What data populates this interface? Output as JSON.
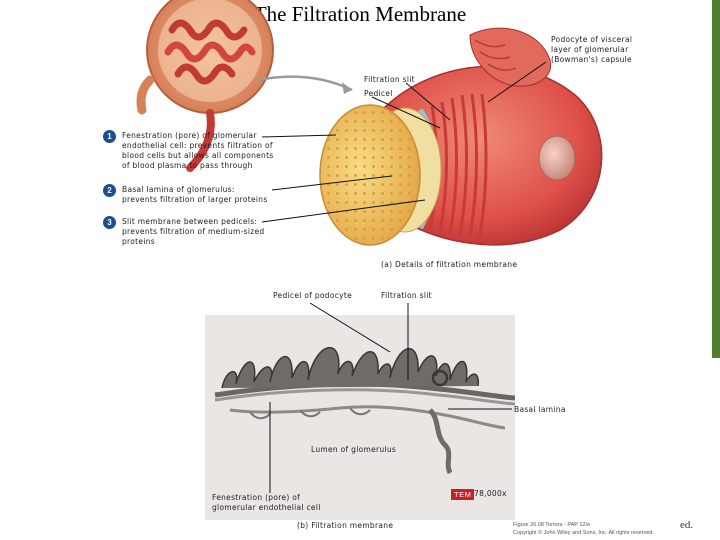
{
  "title": "The Filtration Membrane",
  "labels": {
    "podocyte": "Podocyte of visceral\nlayer of glomerular\n(Bowman's) capsule",
    "filtration_slit_top": "Filtration slit",
    "pedicel_top": "Pedicel",
    "caption_a": "(a) Details of filtration membrane",
    "pedicel_of_podocyte": "Pedicel of podocyte",
    "filtration_slit_bottom": "Filtration slit",
    "basal_lamina": "Basal lamina",
    "lumen": "Lumen of glomerulus",
    "fenestration": "Fenestration (pore) of\nglomerular endothelial cell",
    "caption_b": "(b) Filtration membrane",
    "magnification": "78,000x",
    "tem_badge": "TEM"
  },
  "steps": [
    {
      "number": "1",
      "text": "Fenestration (pore) of glomerular\nendothelial cell: prevents filtration of\nblood cells but allows all components\nof blood plasma to pass through"
    },
    {
      "number": "2",
      "text": "Basal lamina of glomerulus:\nprevents filtration of larger proteins"
    },
    {
      "number": "3",
      "text": "Slit membrane between pedicels:\nprevents filtration of medium-sized\nproteins"
    }
  ],
  "credit": "Figure 26.08  Tortora - PAP 12/e\nCopyright © John Wiley and Sons, Inc. All rights reserved.",
  "trailing_text": "ed.",
  "colors": {
    "step_badge": "#1c4f8f",
    "tem_badge": "#c8202a",
    "side_bar": "#4e7f2f",
    "podocyte": "#e2574f",
    "endothelium": "#f0c15a"
  }
}
